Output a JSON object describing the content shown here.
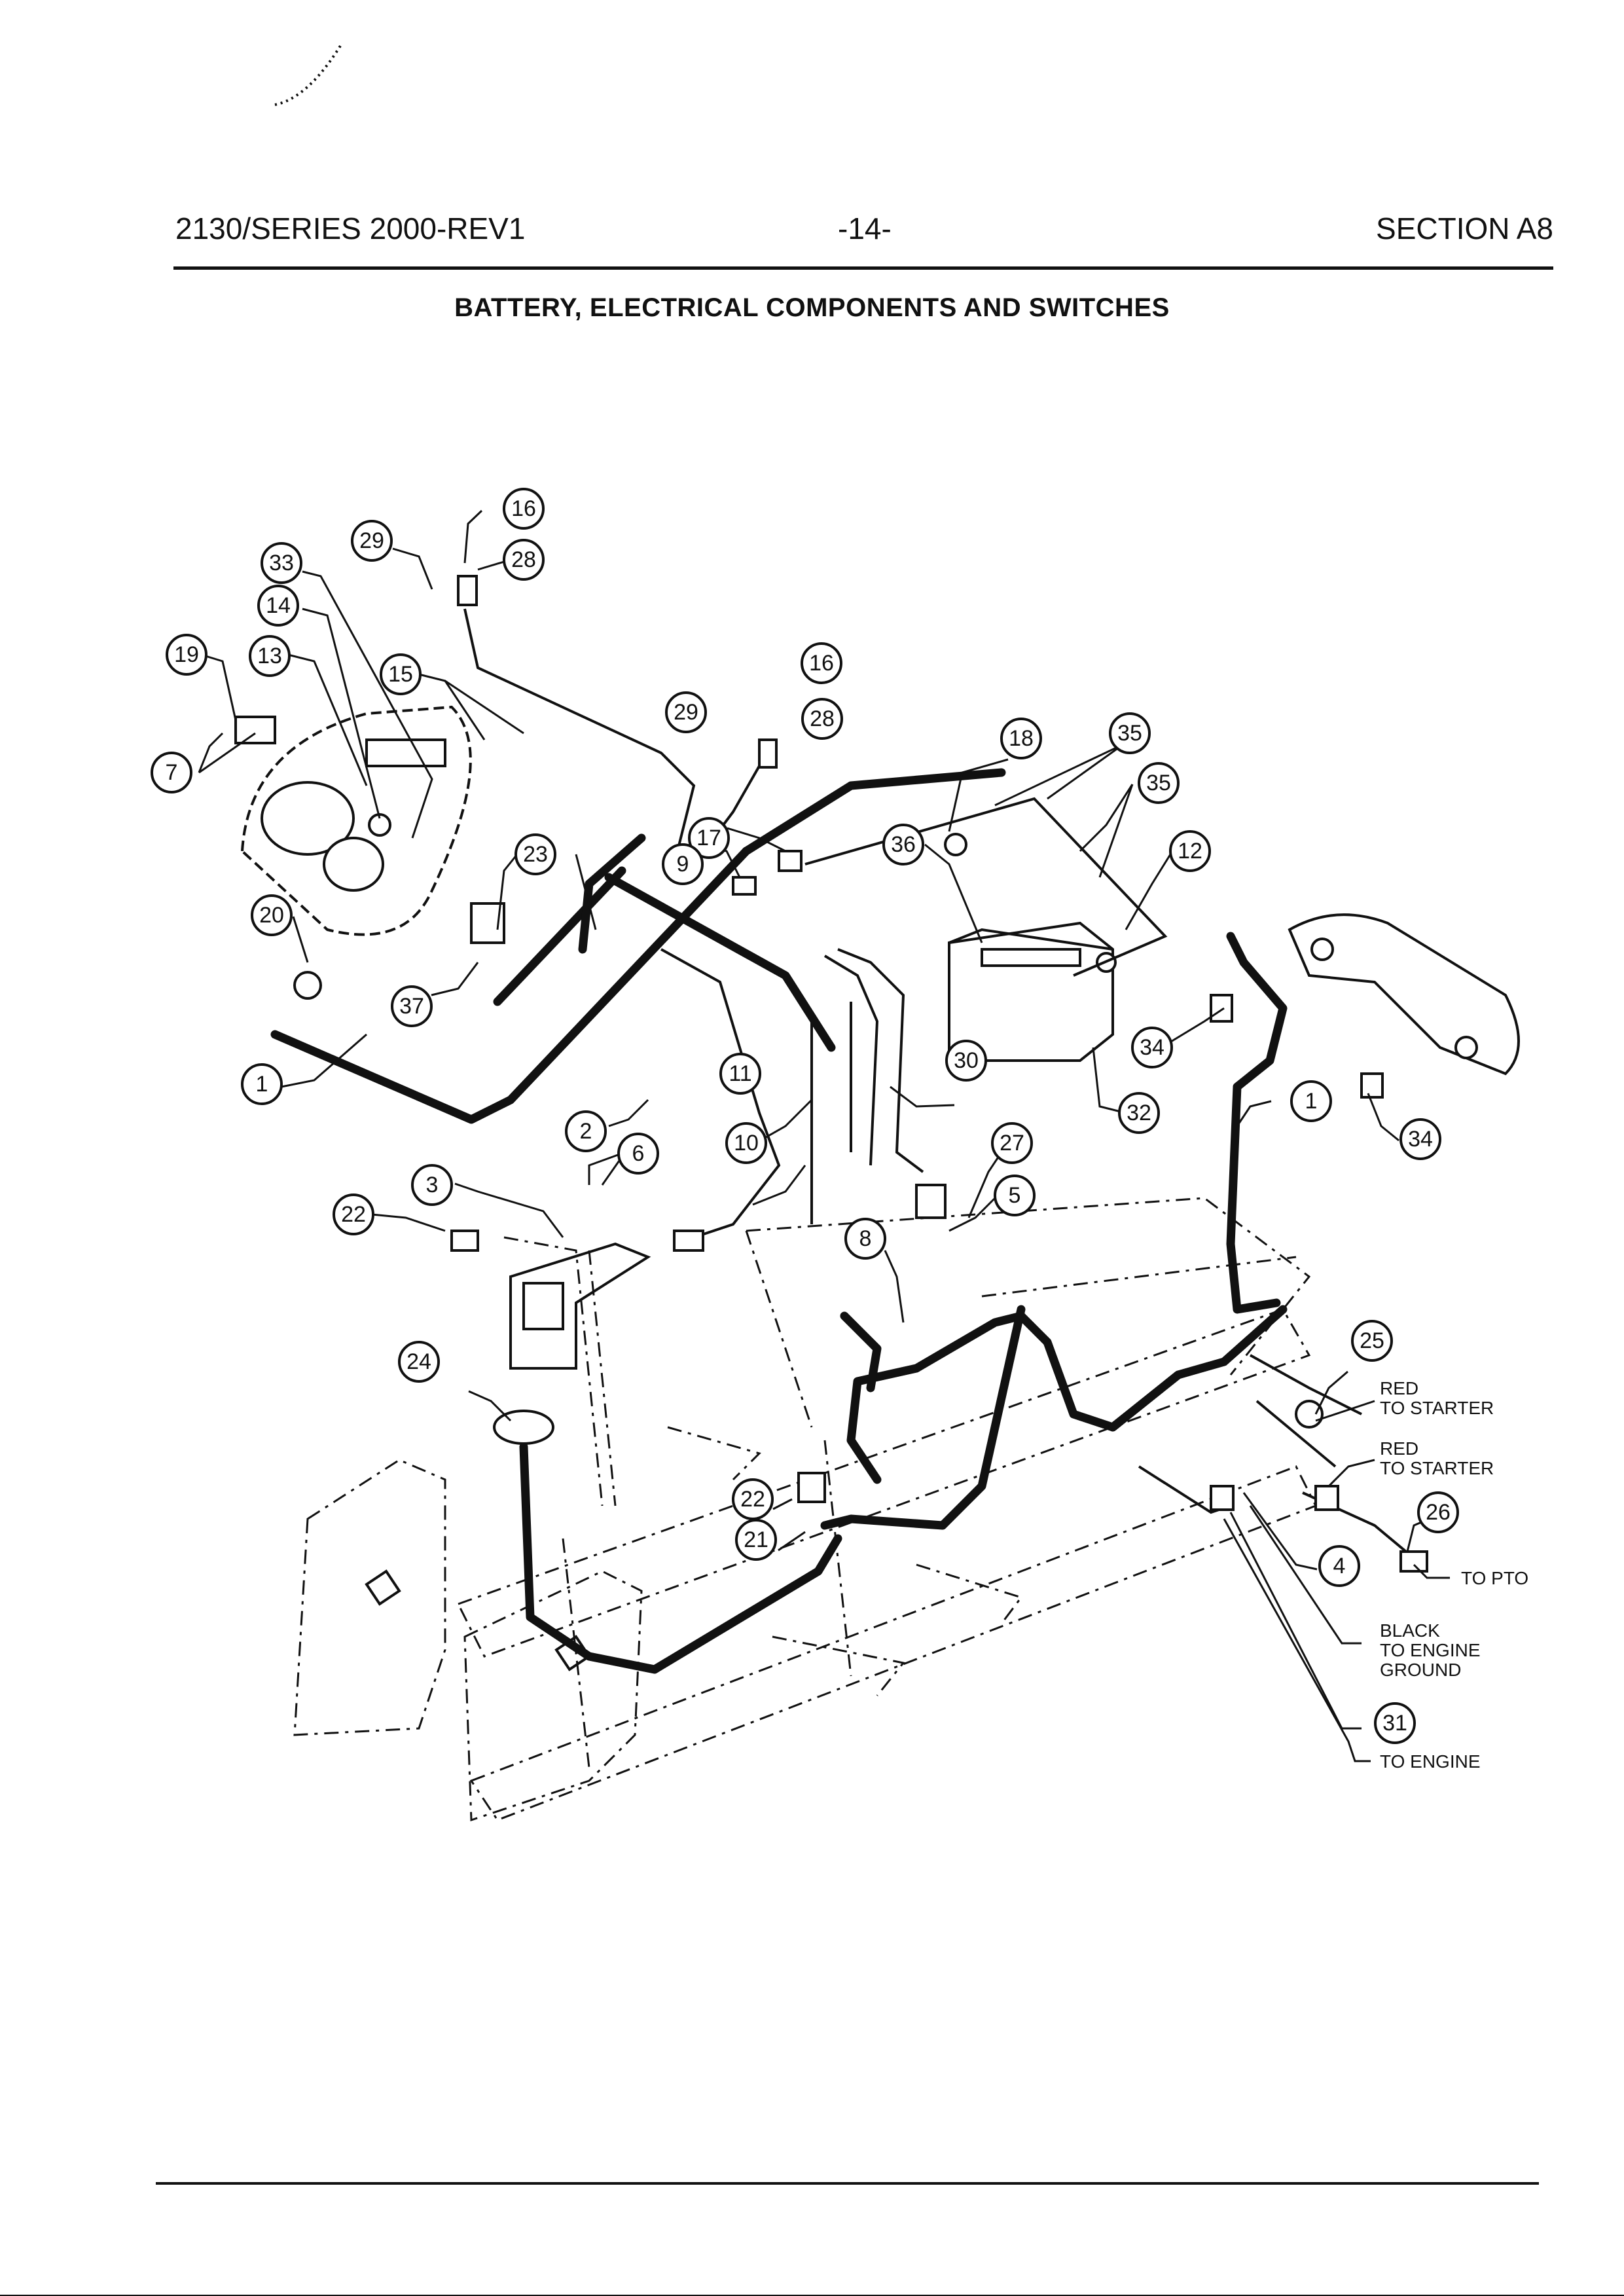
{
  "header": {
    "left": "2130/SERIES 2000-REV1",
    "center": "-14-",
    "right": "SECTION A8"
  },
  "title": "BATTERY, ELECTRICAL COMPONENTS AND SWITCHES",
  "annotations": {
    "red_starter_1": [
      "RED",
      "TO STARTER"
    ],
    "red_starter_2": [
      "RED",
      "TO STARTER"
    ],
    "to_pto": "TO PTO",
    "black_ground": [
      "BLACK",
      "TO  ENGINE",
      "GROUND"
    ],
    "to_engine": "TO ENGINE"
  },
  "callouts": [
    {
      "id": "c1a",
      "label": "1"
    },
    {
      "id": "c1b",
      "label": "1"
    },
    {
      "id": "c2",
      "label": "2"
    },
    {
      "id": "c3",
      "label": "3"
    },
    {
      "id": "c4",
      "label": "4"
    },
    {
      "id": "c5",
      "label": "5"
    },
    {
      "id": "c6",
      "label": "6"
    },
    {
      "id": "c7",
      "label": "7"
    },
    {
      "id": "c8",
      "label": "8"
    },
    {
      "id": "c9",
      "label": "9"
    },
    {
      "id": "c10",
      "label": "10"
    },
    {
      "id": "c11",
      "label": "11"
    },
    {
      "id": "c12",
      "label": "12"
    },
    {
      "id": "c13",
      "label": "13"
    },
    {
      "id": "c14",
      "label": "14"
    },
    {
      "id": "c15",
      "label": "15"
    },
    {
      "id": "c16a",
      "label": "16"
    },
    {
      "id": "c16b",
      "label": "16"
    },
    {
      "id": "c17",
      "label": "17"
    },
    {
      "id": "c18",
      "label": "18"
    },
    {
      "id": "c19",
      "label": "19"
    },
    {
      "id": "c20",
      "label": "20"
    },
    {
      "id": "c21",
      "label": "21"
    },
    {
      "id": "c22a",
      "label": "22"
    },
    {
      "id": "c22b",
      "label": "22"
    },
    {
      "id": "c23",
      "label": "23"
    },
    {
      "id": "c24",
      "label": "24"
    },
    {
      "id": "c25",
      "label": "25"
    },
    {
      "id": "c26",
      "label": "26"
    },
    {
      "id": "c27",
      "label": "27"
    },
    {
      "id": "c28a",
      "label": "28"
    },
    {
      "id": "c28b",
      "label": "28"
    },
    {
      "id": "c29a",
      "label": "29"
    },
    {
      "id": "c29b",
      "label": "29"
    },
    {
      "id": "c30",
      "label": "30"
    },
    {
      "id": "c31",
      "label": "31"
    },
    {
      "id": "c32",
      "label": "32"
    },
    {
      "id": "c33",
      "label": "33"
    },
    {
      "id": "c34a",
      "label": "34"
    },
    {
      "id": "c34b",
      "label": "34"
    },
    {
      "id": "c35a",
      "label": "35"
    },
    {
      "id": "c35b",
      "label": "35"
    },
    {
      "id": "c36",
      "label": "36"
    },
    {
      "id": "c37",
      "label": "37"
    }
  ]
}
